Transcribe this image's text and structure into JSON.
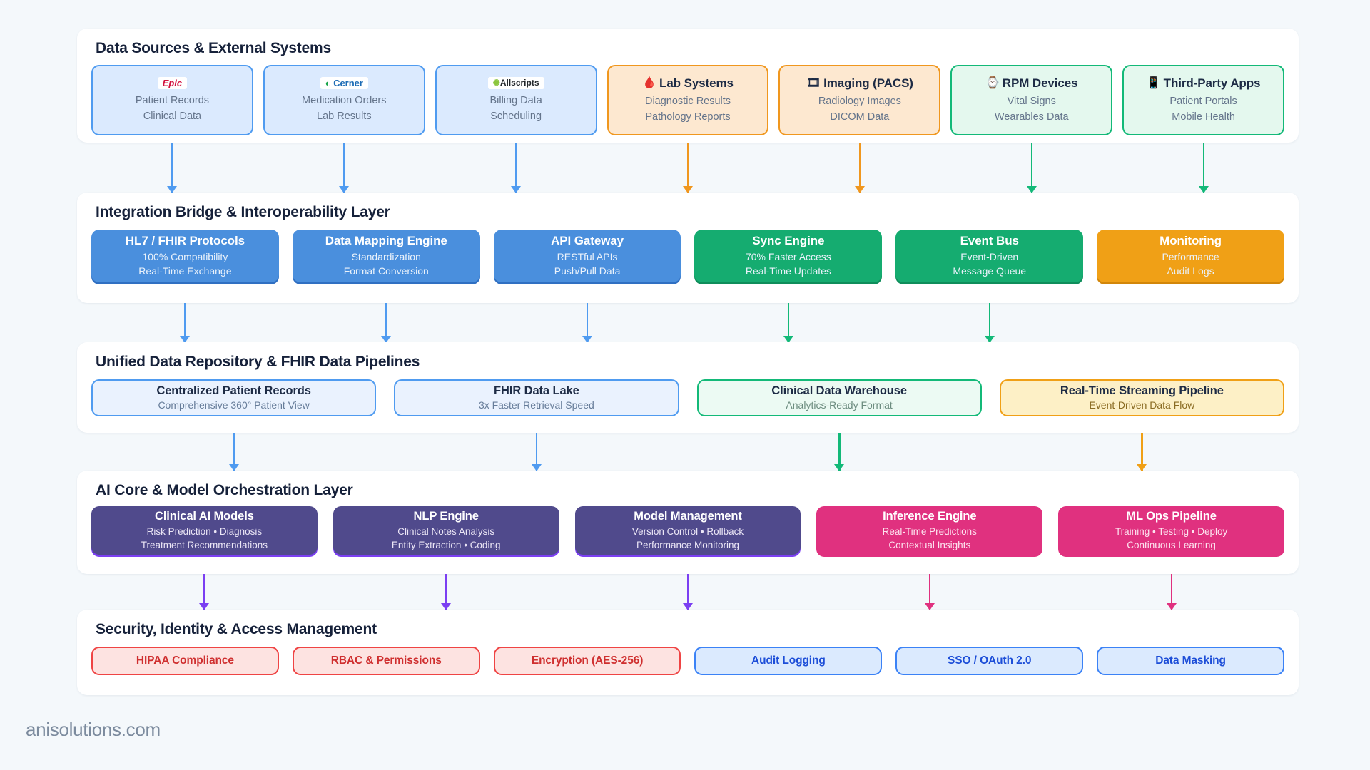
{
  "watermark": "anisolutions.com",
  "palette": {
    "blue": "#4f9bf0",
    "orange": "#f0971e",
    "green": "#13b978",
    "amber": "#f0a016",
    "purple": "#7b3ff2",
    "pink": "#e0317f",
    "red": "#ef4444",
    "page_bg": "#f4f8fb",
    "panel_bg": "#ffffff"
  },
  "layers": [
    {
      "id": "data-sources",
      "title": "Data Sources & External Systems",
      "cards": [
        {
          "logo": "Epic",
          "sub1": "Patient Records",
          "sub2": "Clinical Data",
          "tone": "blue"
        },
        {
          "logo": "Cerner",
          "sub1": "Medication Orders",
          "sub2": "Lab Results",
          "tone": "blue"
        },
        {
          "logo": "Allscripts",
          "sub1": "Billing Data",
          "sub2": "Scheduling",
          "tone": "blue"
        },
        {
          "icon": "blood-vial-icon",
          "title": "Lab Systems",
          "sub1": "Diagnostic Results",
          "sub2": "Pathology Reports",
          "tone": "orange"
        },
        {
          "icon": "xray-scan-icon",
          "title": "Imaging (PACS)",
          "sub1": "Radiology Images",
          "sub2": "DICOM Data",
          "tone": "orange"
        },
        {
          "icon": "smartwatch-icon",
          "title": "RPM Devices",
          "sub1": "Vital Signs",
          "sub2": "Wearables Data",
          "tone": "green"
        },
        {
          "icon": "mobile-health-icon",
          "title": "Third-Party Apps",
          "sub1": "Patient Portals",
          "sub2": "Mobile Health",
          "tone": "green"
        }
      ]
    },
    {
      "id": "integration-bridge",
      "title": "Integration Bridge & Interoperability Layer",
      "cards": [
        {
          "title": "HL7 / FHIR Protocols",
          "sub1": "100% Compatibility",
          "sub2": "Real-Time Exchange",
          "tone": "blue"
        },
        {
          "title": "Data Mapping Engine",
          "sub1": "Standardization",
          "sub2": "Format Conversion",
          "tone": "blue"
        },
        {
          "title": "API Gateway",
          "sub1": "RESTful APIs",
          "sub2": "Push/Pull Data",
          "tone": "blue"
        },
        {
          "title": "Sync Engine",
          "sub1": "70% Faster Access",
          "sub2": "Real-Time Updates",
          "tone": "green"
        },
        {
          "title": "Event Bus",
          "sub1": "Event-Driven",
          "sub2": "Message Queue",
          "tone": "green"
        },
        {
          "title": "Monitoring",
          "sub1": "Performance",
          "sub2": "Audit Logs",
          "tone": "orange"
        }
      ]
    },
    {
      "id": "unified-data-repository",
      "title": "Unified Data Repository & FHIR Data Pipelines",
      "cards": [
        {
          "title": "Centralized Patient Records",
          "sub1": "Comprehensive 360° Patient View",
          "tone": "blue"
        },
        {
          "title": "FHIR Data Lake",
          "sub1": "3x Faster Retrieval Speed",
          "tone": "blue"
        },
        {
          "title": "Clinical Data Warehouse",
          "sub1": "Analytics-Ready Format",
          "tone": "green"
        },
        {
          "title": "Real-Time Streaming Pipeline",
          "sub1": "Event-Driven Data Flow",
          "tone": "amber"
        }
      ]
    },
    {
      "id": "ai-core",
      "title": "AI Core & Model Orchestration Layer",
      "cards": [
        {
          "title": "Clinical AI Models",
          "sub1": "Risk Prediction • Diagnosis",
          "sub2": "Treatment Recommendations",
          "tone": "purple"
        },
        {
          "title": "NLP Engine",
          "sub1": "Clinical Notes Analysis",
          "sub2": "Entity Extraction • Coding",
          "tone": "purple"
        },
        {
          "title": "Model Management",
          "sub1": "Version Control • Rollback",
          "sub2": "Performance Monitoring",
          "tone": "purple"
        },
        {
          "title": "Inference Engine",
          "sub1": "Real-Time Predictions",
          "sub2": "Contextual Insights",
          "tone": "pink"
        },
        {
          "title": "ML Ops Pipeline",
          "sub1": "Training • Testing • Deploy",
          "sub2": "Continuous Learning",
          "tone": "pink"
        }
      ]
    },
    {
      "id": "security",
      "title": "Security, Identity & Access Management",
      "cards": [
        {
          "title": "HIPAA Compliance",
          "tone": "red"
        },
        {
          "title": "RBAC & Permissions",
          "tone": "red"
        },
        {
          "title": "Encryption (AES-256)",
          "tone": "red"
        },
        {
          "title": "Audit Logging",
          "tone": "blue"
        },
        {
          "title": "SSO / OAuth 2.0",
          "tone": "blue"
        },
        {
          "title": "Data Masking",
          "tone": "blue"
        }
      ]
    }
  ],
  "connectors": [
    {
      "group": "sources-to-integration",
      "colors": [
        "#4f9bf0",
        "#4f9bf0",
        "#4f9bf0",
        "#f0971e",
        "#f0971e",
        "#13b978",
        "#13b978"
      ]
    },
    {
      "group": "integration-to-repository",
      "colors": [
        "#4f9bf0",
        "#4f9bf0",
        "#4f9bf0",
        "#13b978",
        "#13b978"
      ]
    },
    {
      "group": "repository-to-ai",
      "colors": [
        "#4f9bf0",
        "#4f9bf0",
        "#13b978",
        "#f0a016"
      ]
    },
    {
      "group": "ai-to-security",
      "colors": [
        "#7b3ff2",
        "#7b3ff2",
        "#7b3ff2",
        "#e0317f",
        "#e0317f"
      ]
    }
  ]
}
